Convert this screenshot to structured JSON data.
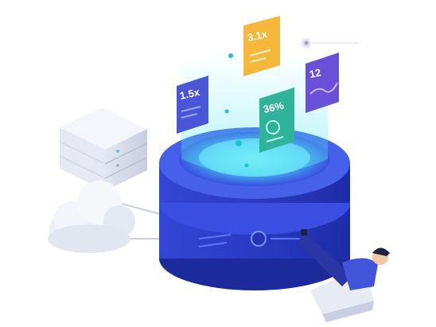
{
  "illustration": {
    "cards": {
      "left": {
        "label": "1.5x",
        "color": "#4a56d6"
      },
      "top": {
        "label": "3.1x",
        "color": "#f6b83a"
      },
      "right": {
        "label": "12",
        "color": "#6a4fd8"
      },
      "center": {
        "label": "36%",
        "color": "#2fb39a"
      }
    },
    "palette": {
      "platform_top": "#3b4fe0",
      "platform_side": "#2c3bc4",
      "glow": "#54e6f0",
      "server": "#eef0f7",
      "cloud": "#f1f3f8",
      "person_shirt": "#4254d9"
    },
    "icons": [
      "server-icon",
      "cloud-icon",
      "platform-icon",
      "person-icon",
      "chair-icon",
      "toggle-icon"
    ]
  }
}
